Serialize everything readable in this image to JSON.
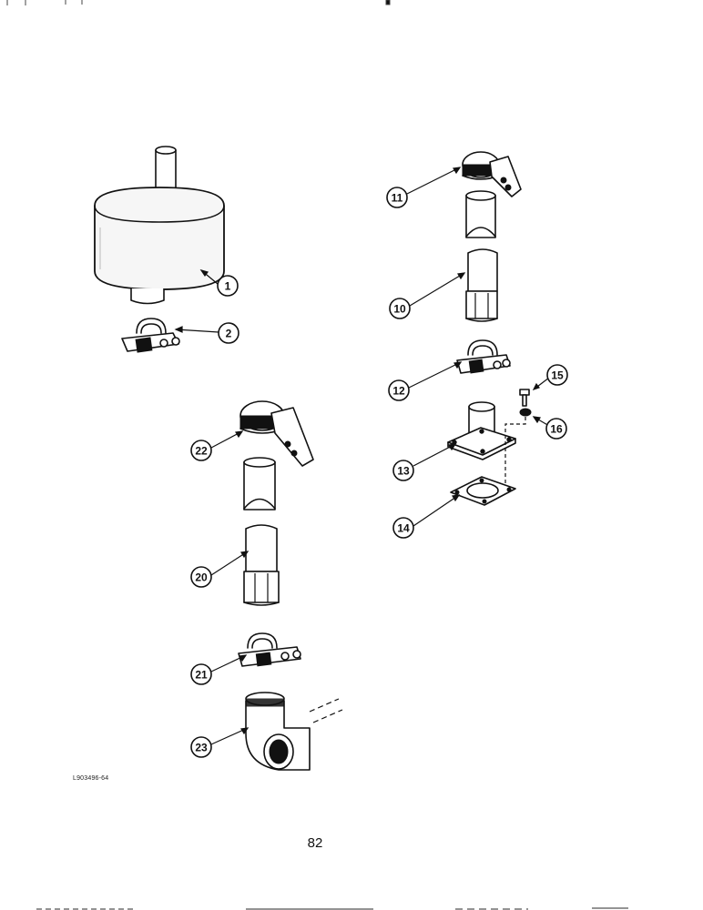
{
  "callouts": {
    "c1": "1",
    "c2": "2",
    "c10": "10",
    "c11": "11",
    "c12": "12",
    "c13": "13",
    "c14": "14",
    "c15": "15",
    "c16": "16",
    "c20": "20",
    "c21": "21",
    "c22": "22",
    "c23": "23"
  },
  "drawing_id": "L903496-64",
  "page_number": "82"
}
